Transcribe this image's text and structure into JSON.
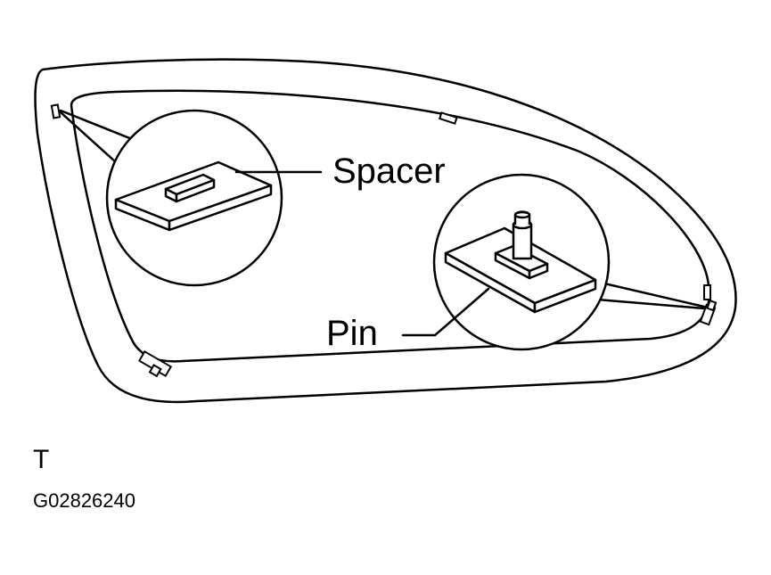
{
  "diagram": {
    "callouts": {
      "spacer": "Spacer",
      "pin": "Pin"
    },
    "marks": {
      "corner_letter": "T",
      "figure_code": "G02826240"
    },
    "colors": {
      "ink": "#000000",
      "paper": "#ffffff"
    }
  }
}
